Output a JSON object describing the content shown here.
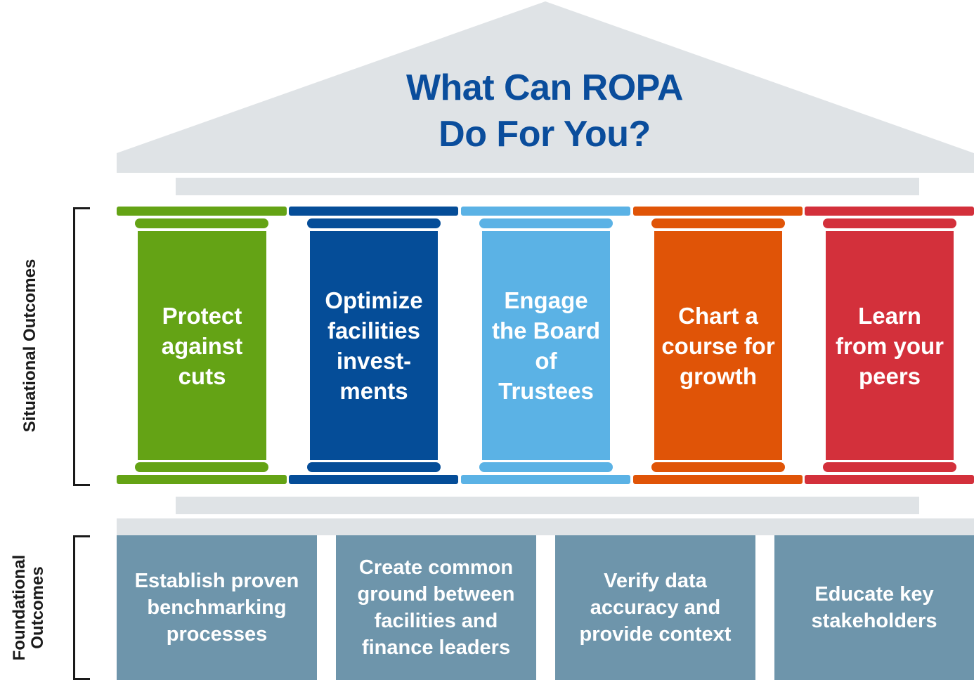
{
  "title": {
    "line1": "What Can ROPA",
    "line2": "Do For You?"
  },
  "side_labels": {
    "situational": "Situational Outcomes",
    "foundational_line1": "Foundational",
    "foundational_line2": "Outcomes"
  },
  "pillars": [
    {
      "label": "Protect against cuts",
      "color": "#64a315"
    },
    {
      "label": "Optimize facilities invest-ments",
      "color": "#054d98"
    },
    {
      "label": "Engage the Board of Trustees",
      "color": "#5bb2e5"
    },
    {
      "label": "Chart a course for growth",
      "color": "#e05407"
    },
    {
      "label": "Learn from your peers",
      "color": "#d3303b"
    }
  ],
  "foundations": [
    {
      "label": "Establish proven benchmarking processes"
    },
    {
      "label": "Create common ground between facilities and finance leaders"
    },
    {
      "label": "Verify data accuracy and provide context"
    },
    {
      "label": "Educate key stakeholders"
    }
  ],
  "colors": {
    "title": "#0a4d9c",
    "roof": "#dfe3e6",
    "foundation": "#6e95ab"
  }
}
